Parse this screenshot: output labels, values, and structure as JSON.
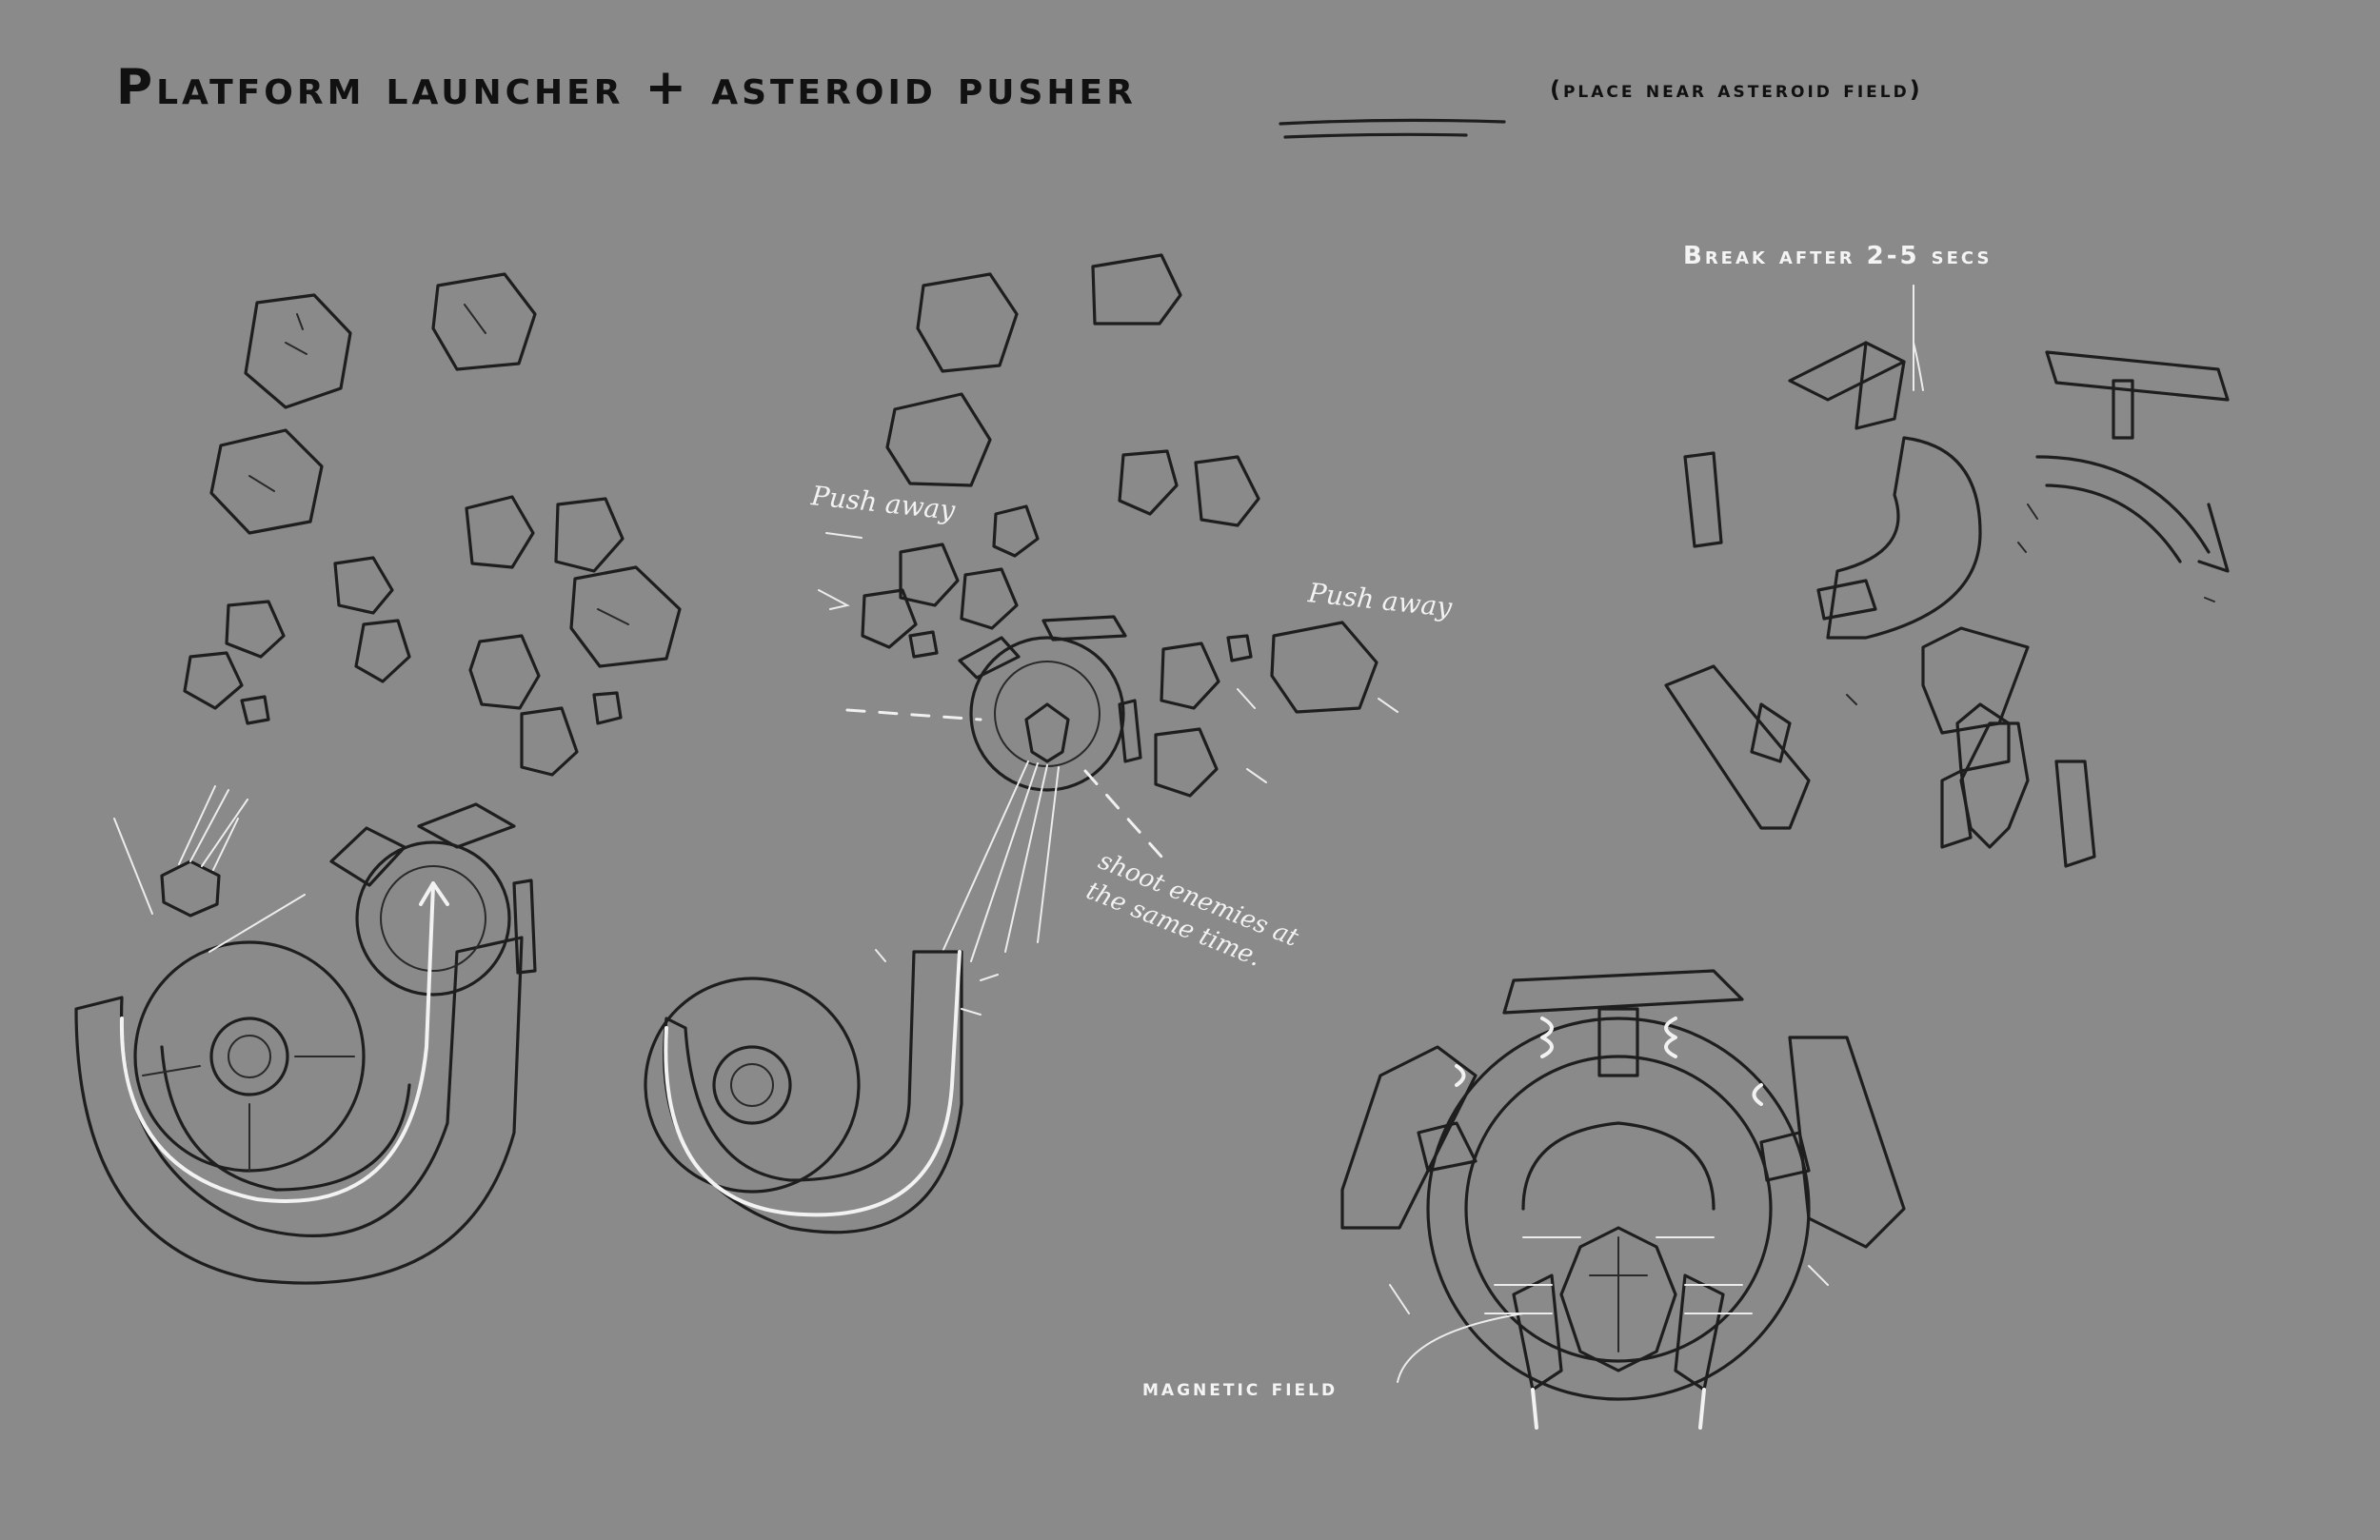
{
  "title": "Platform launcher + asteroid pusher",
  "title_note": "(place near asteroid field)",
  "labels": {
    "push_away_left": "Push away",
    "push_away_right": "Push away",
    "shoot_enemies": "shoot enemies at the same time.",
    "break_after": "Break after 2-5 secs",
    "magnetic_field": "magnetic field"
  }
}
